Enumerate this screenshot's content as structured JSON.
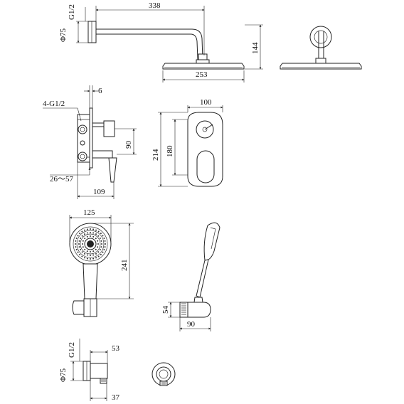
{
  "labels": {
    "head_thread": "G1/2",
    "head_flange": "Φ75",
    "arm_length": "338",
    "head_height": "144",
    "head_diameter": "253",
    "valve_depth": "6",
    "valve_ports": "4-G1/2",
    "plate_width": "100",
    "plate_height_outer": "214",
    "plate_height_inner": "180",
    "port_spacing": "90",
    "wall_range": "26～57",
    "valve_projection": "109",
    "hand_head_width": "125",
    "hand_length": "241",
    "holder_height": "54",
    "holder_width": "90",
    "outlet_thread": "G1/2",
    "outlet_flange": "Φ75",
    "outlet_depth": "53",
    "outlet_projection": "37"
  }
}
